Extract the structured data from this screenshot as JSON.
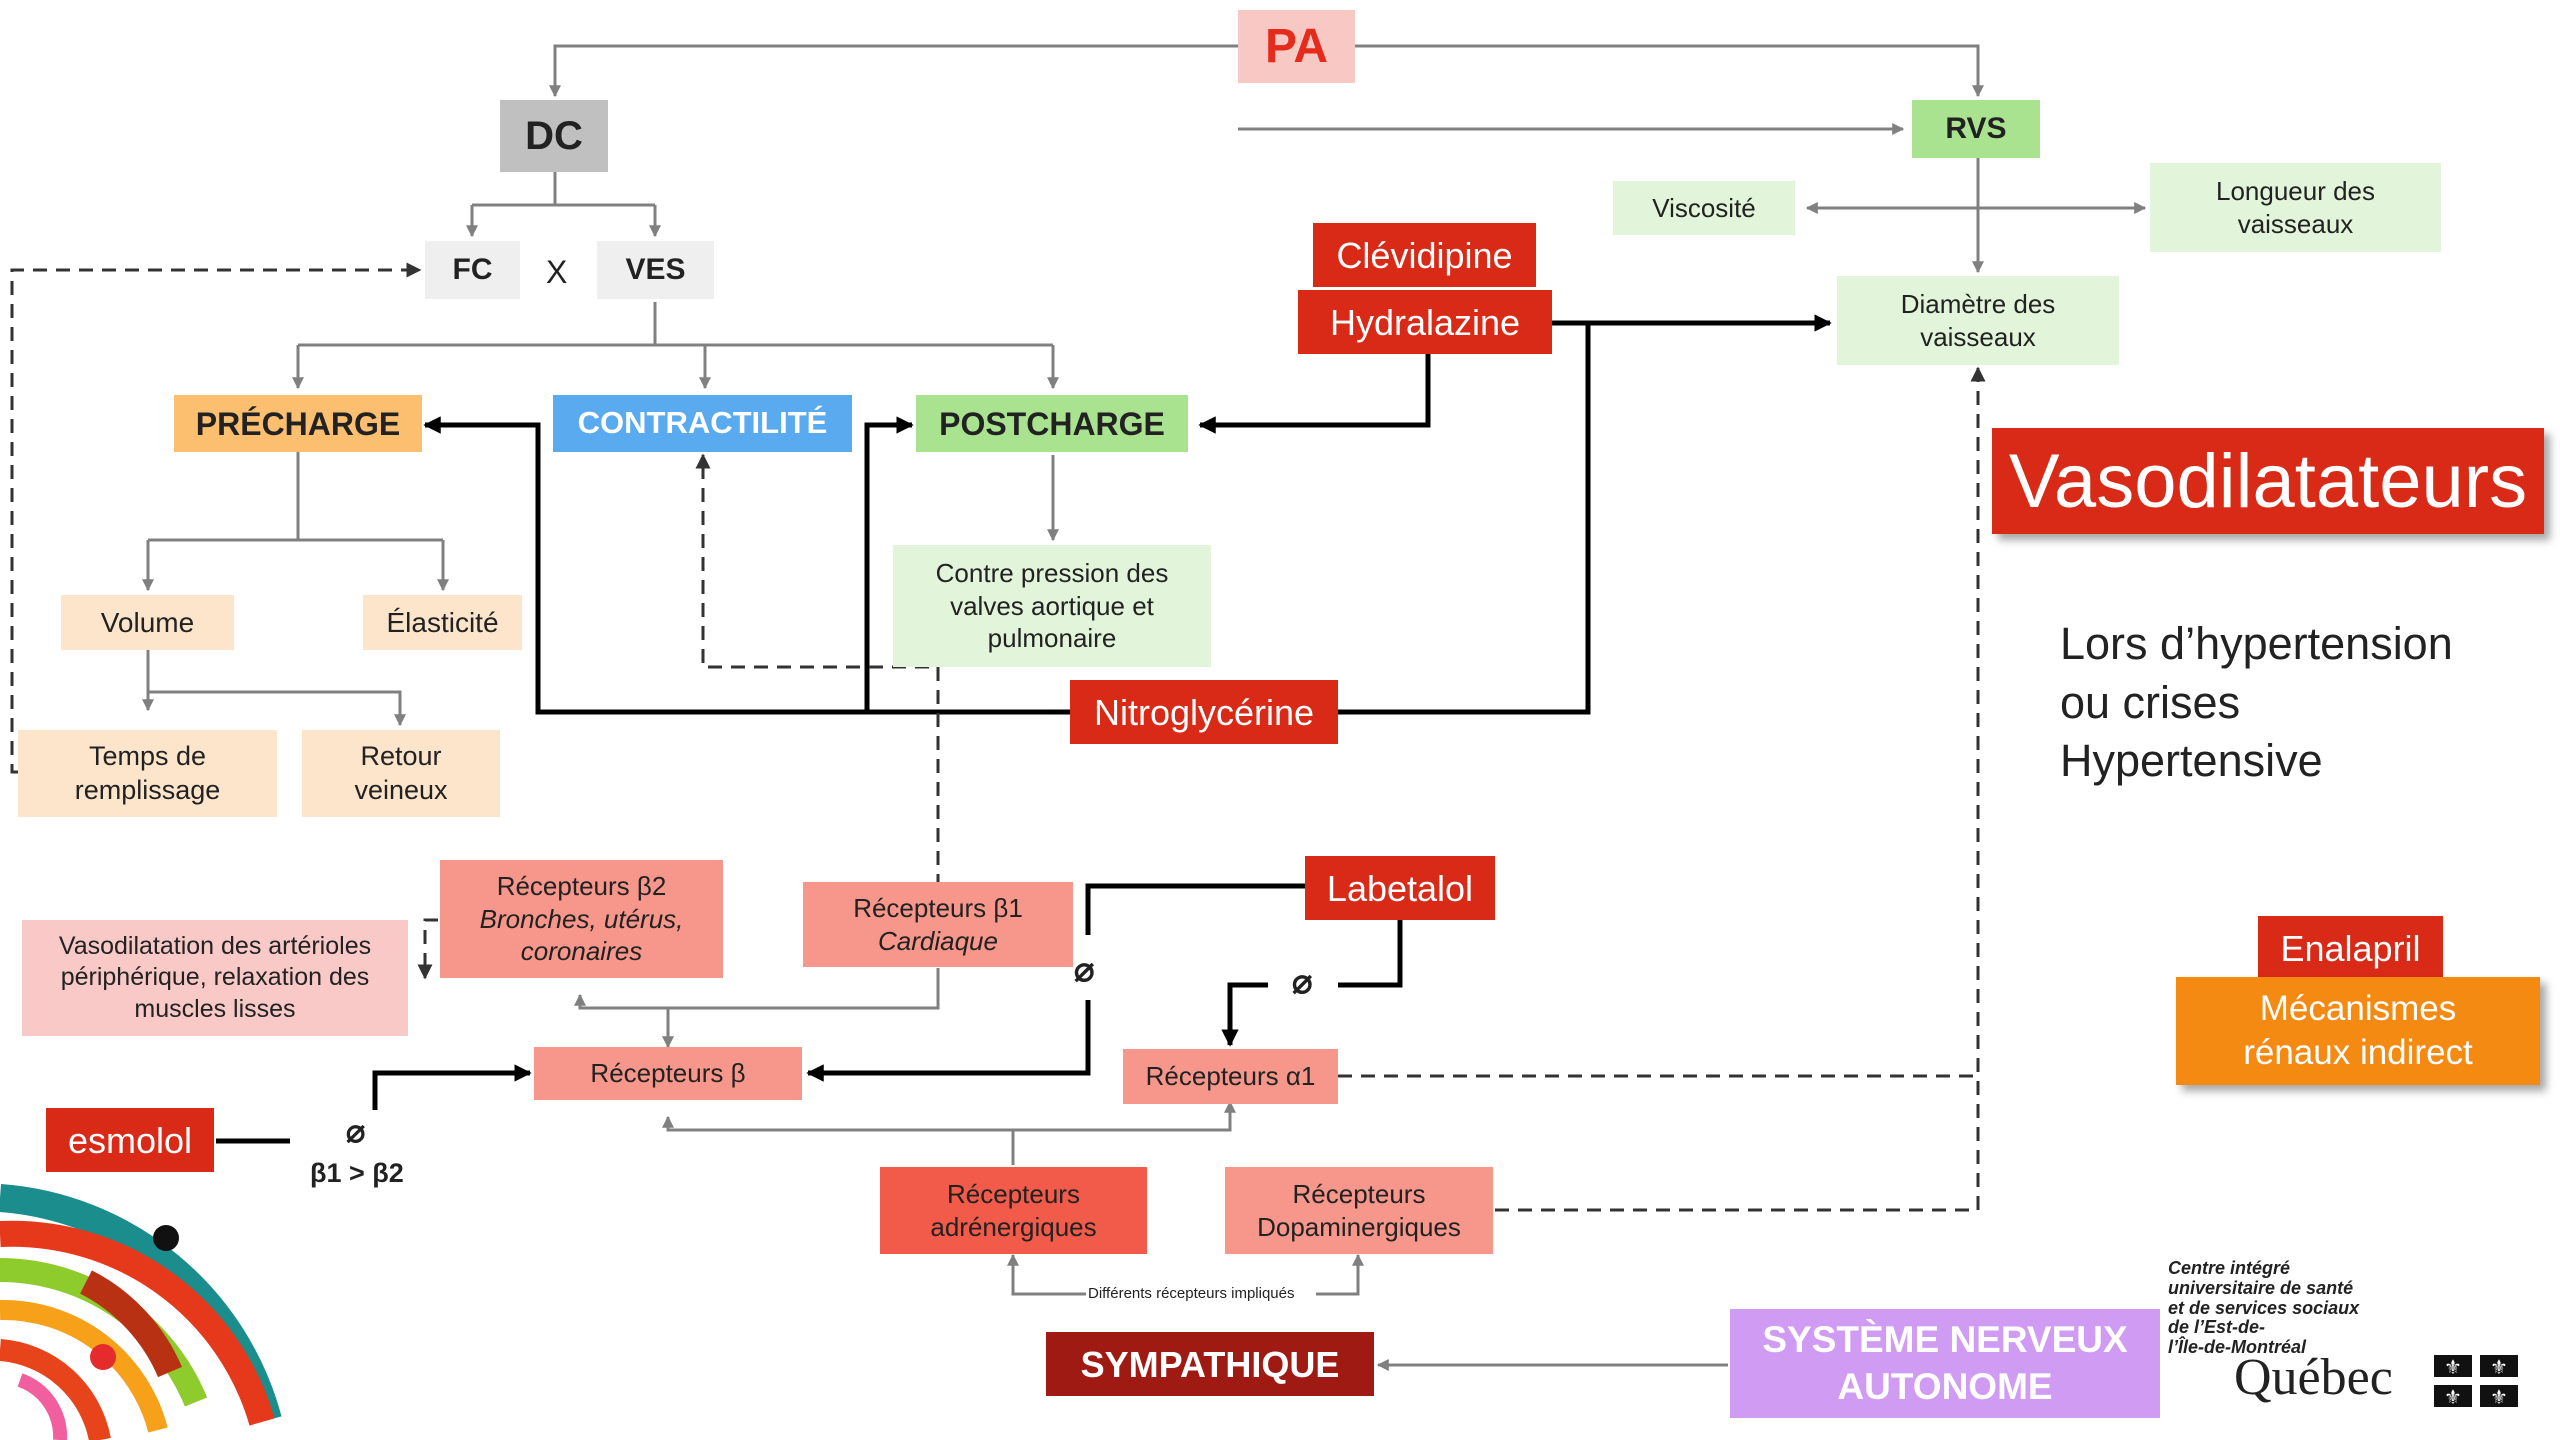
{
  "nodes": {
    "pa": "PA",
    "dc": "DC",
    "fc": "FC",
    "x": "X",
    "ves": "VES",
    "rvs": "RVS",
    "viscosite": "Viscosité",
    "longueur": "Longueur des\nvaisseaux",
    "diametre": "Diamètre des\nvaisseaux",
    "clevidipine": "Clévidipine",
    "hydralazine": "Hydralazine",
    "precharge": "PRÉCHARGE",
    "contractilite": "CONTRACTILITÉ",
    "postcharge": "POSTCHARGE",
    "contre_pression": "Contre pression des\nvalves aortique et\npulmonaire",
    "volume": "Volume",
    "elasticite": "Élasticité",
    "temps": "Temps de\nremplissage",
    "retour": "Retour\nveineux",
    "nitroglycerine": "Nitroglycérine",
    "vasodilatateurs": "Vasodilatateurs",
    "lors": "Lors d’hypertension\nou crises\nHypertensive",
    "rec_b2_title": "Récepteurs β2",
    "rec_b2_sub": "Bronches, utérus,\ncoronaires",
    "rec_b1_title": "Récepteurs β1",
    "rec_b1_sub": "Cardiaque",
    "labetalol": "Labetalol",
    "vasodilatation": "Vasodilatation des artérioles\npériphérique, relaxation des\nmuscles lisses",
    "rec_b": "Récepteurs β",
    "rec_a1": "Récepteurs α1",
    "esmolol": "esmolol",
    "null_symbol": "⌀",
    "b1_gt_b2": "β1 > β2",
    "rec_adren": "Récepteurs\nadrénergiques",
    "rec_dopa": "Récepteurs\nDopaminergiques",
    "differents": "Différents récepteurs impliqués",
    "sympathique": "SYMPATHIQUE",
    "sna": "SYSTÈME NERVEUX\nAUTONOME",
    "enalapril": "Enalapril",
    "mecanismes": "Mécanismes\nrénaux indirect"
  },
  "logo": {
    "org": "Centre intégré\nuniversitaire de santé\net de services sociaux\nde l’Est-de-\nl’Île-de-Montréal",
    "quebec": "Québec"
  },
  "colors": {
    "red": "#d92a17",
    "dark_red": "#a01a14",
    "green": "#a9e38f",
    "blue": "#5aaaf0",
    "orange": "#fbbf6f",
    "purple": "#cf9bf3",
    "gray": "#c0c0c0"
  }
}
